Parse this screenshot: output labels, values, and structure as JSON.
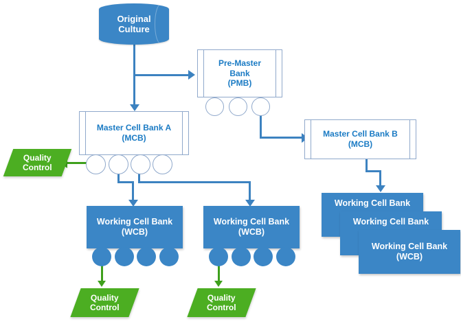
{
  "diagram": {
    "title": "Cell bank establishment flow diagram",
    "colors": {
      "blue_fill": "#3B86C6",
      "blue_text": "#1B7BC4",
      "blue_outline": "#8FA8CB",
      "green_fill": "#4CAE22",
      "green_line": "#3EA01C",
      "connector_blue": "#3C82C0",
      "white": "#FFFFFF",
      "background": "#FFFFFF"
    },
    "nodes": {
      "original_culture": {
        "label_line1": "Original",
        "label_line2": "Culture",
        "shape": "cylinder-filled",
        "vials": 0
      },
      "pre_master_bank": {
        "label_line1": "Pre-Master",
        "label_line2": "Bank",
        "label_line3": "(PMB)",
        "shape": "cylinder-open",
        "vials": 3
      },
      "master_cell_bank_a": {
        "label_line1": "Master Cell Bank A",
        "label_line2": "(MCB)",
        "shape": "cylinder-open",
        "vials": 4
      },
      "master_cell_bank_b": {
        "label_line1": "Master Cell Bank B",
        "label_line2": "(MCB)",
        "shape": "cylinder-open",
        "vials": 0
      },
      "working_cell_bank_1": {
        "label_line1": "Working Cell Bank",
        "label_line2": "(WCB)",
        "shape": "rectangle-filled",
        "vials": 4
      },
      "working_cell_bank_2": {
        "label_line1": "Working Cell Bank",
        "label_line2": "(WCB)",
        "shape": "rectangle-filled",
        "vials": 4
      },
      "working_cell_bank_stack": {
        "shape": "rectangle-filled-stack",
        "items": [
          {
            "label_line1": "Working Cell Bank",
            "label_line2": ""
          },
          {
            "label_line1": "Working Cell Bank",
            "label_line2": ""
          },
          {
            "label_line1": "Working Cell Bank",
            "label_line2": "(WCB)"
          }
        ]
      },
      "quality_control_mcb_a": {
        "label_line1": "Quality",
        "label_line2": "Control",
        "shape": "parallelogram"
      },
      "quality_control_wcb_1": {
        "label_line1": "Quality",
        "label_line2": "Control",
        "shape": "parallelogram"
      },
      "quality_control_wcb_2": {
        "label_line1": "Quality",
        "label_line2": "Control",
        "shape": "parallelogram"
      }
    },
    "connections": [
      {
        "from": "original_culture",
        "to": "pre_master_bank",
        "color": "#3C82C0"
      },
      {
        "from": "original_culture",
        "to": "master_cell_bank_a",
        "color": "#3C82C0"
      },
      {
        "from": "pre_master_bank",
        "to": "master_cell_bank_b",
        "color": "#3C82C0"
      },
      {
        "from": "master_cell_bank_a",
        "to": "quality_control_mcb_a",
        "color": "#3EA01C"
      },
      {
        "from": "master_cell_bank_a",
        "to": "working_cell_bank_1",
        "color": "#3C82C0"
      },
      {
        "from": "master_cell_bank_a",
        "to": "working_cell_bank_2",
        "color": "#3C82C0"
      },
      {
        "from": "master_cell_bank_b",
        "to": "working_cell_bank_stack",
        "color": "#3C82C0"
      },
      {
        "from": "working_cell_bank_1",
        "to": "quality_control_wcb_1",
        "color": "#3EA01C"
      },
      {
        "from": "working_cell_bank_2",
        "to": "quality_control_wcb_2",
        "color": "#3EA01C"
      }
    ]
  }
}
